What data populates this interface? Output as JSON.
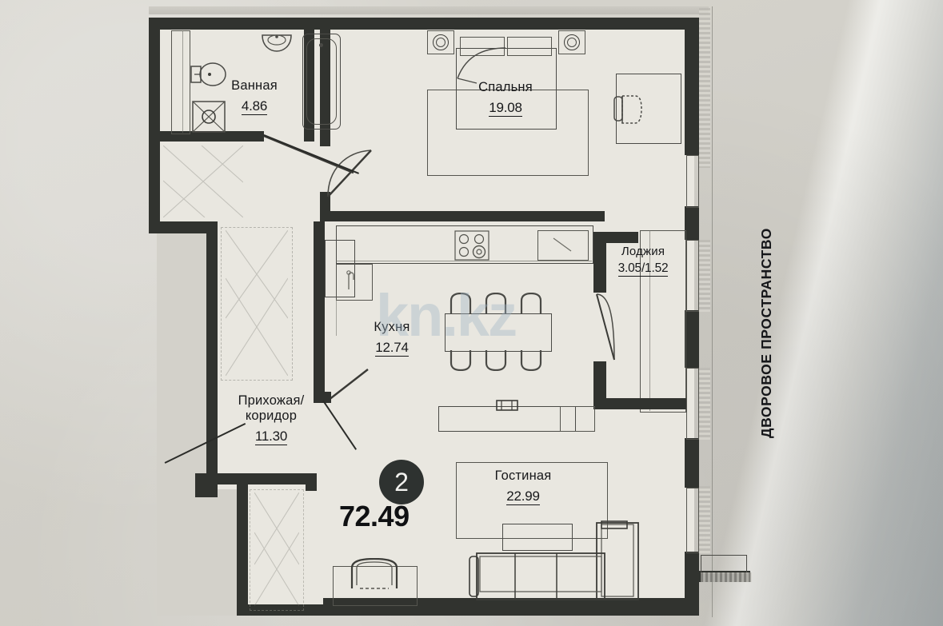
{
  "document": {
    "type": "apartment-floor-plan",
    "watermark": "kn.kz",
    "total_badge": "2",
    "total_area": "72.49",
    "exterior_label": "ДВОРОВОЕ ПРОСТРАНСТВО"
  },
  "rooms": [
    {
      "id": "bathroom",
      "name": "Ванная",
      "area": "4.86"
    },
    {
      "id": "bedroom",
      "name": "Спальня",
      "area": "19.08"
    },
    {
      "id": "loggia",
      "name": "Лоджия",
      "area": "3.05/1.52"
    },
    {
      "id": "kitchen",
      "name": "Кухня",
      "area": "12.74"
    },
    {
      "id": "hall",
      "name": "Прихожая/",
      "name2": "коридор",
      "area": "11.30"
    },
    {
      "id": "living",
      "name": "Гостиная",
      "area": "22.99"
    }
  ],
  "colors": {
    "paper": "#d3d1ca",
    "wall": "#31332f",
    "room_fill": "#e9e7e0",
    "ink": "#17181a",
    "watermark": "#9eb4c4",
    "badge": "#2e3230"
  }
}
